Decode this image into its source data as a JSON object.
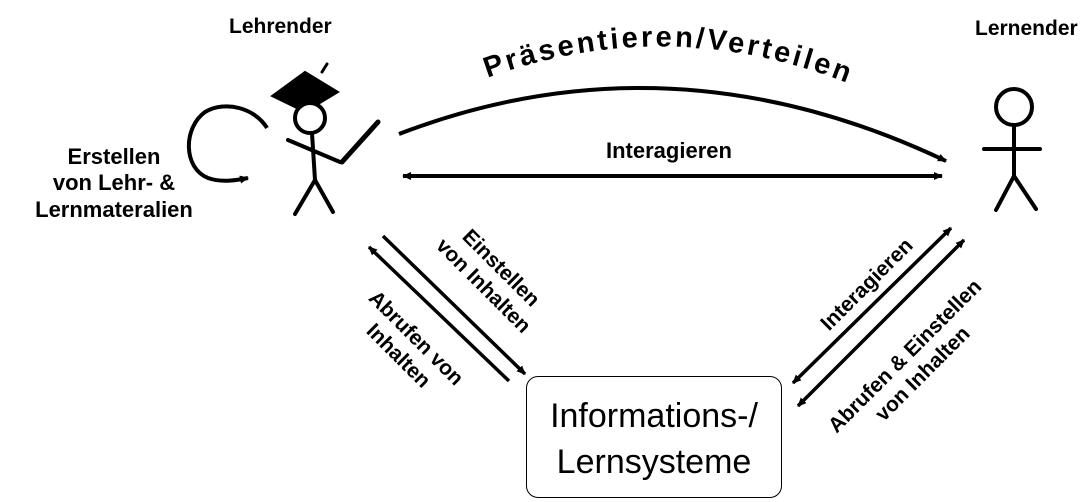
{
  "actors": {
    "teacher": "Lehrender",
    "learner": "Lernender"
  },
  "labels": {
    "present": "Präsentieren/Verteilen",
    "interact_top": "Interagieren",
    "create_line1": "Erstellen",
    "create_line2": "von Lehr- &",
    "create_line3": "Lernmateralien",
    "upload_line1": "Einstellen",
    "upload_line2": "von Inhalten",
    "retrieve_line1": "Abrufen von",
    "retrieve_line2": "Inhalten",
    "interact_right": "Interagieren",
    "retrieve_upload_line1": "Abrufen & Einstellen",
    "retrieve_upload_line2": "von Inhalten"
  },
  "system": {
    "line1": "Informations-/",
    "line2": "Lernsysteme"
  }
}
